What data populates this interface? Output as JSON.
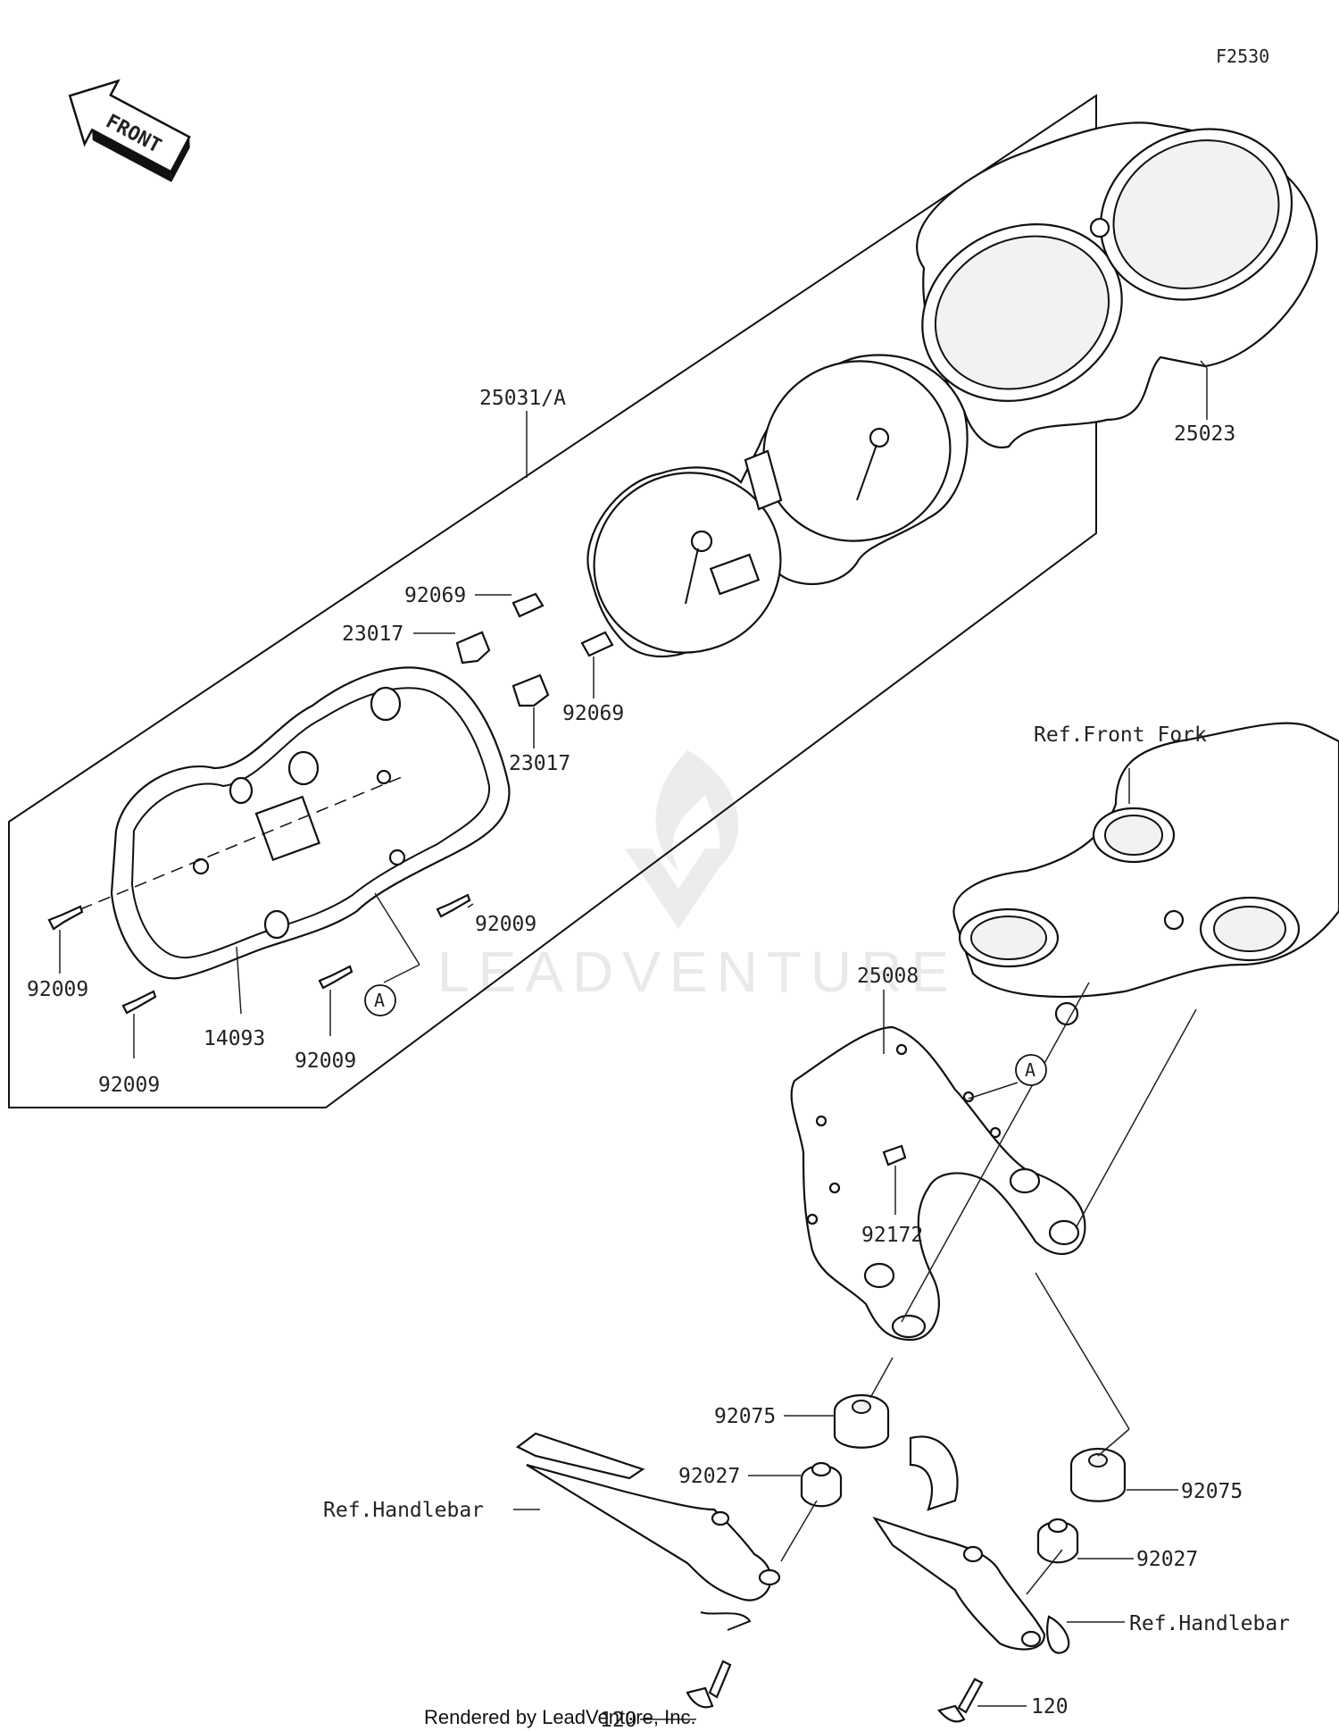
{
  "diagram": {
    "code": "F2530",
    "front_label": "FRONT",
    "watermark": "LEADVENTURE",
    "footer": "Rendered by LeadVenture, Inc.",
    "callout_marker": "A",
    "labels": {
      "meter_assy": "25031/A",
      "cover": "25023",
      "bulb_upper": "92069",
      "bulb_lower": "92069",
      "socket_upper": "23017",
      "socket_lower": "23017",
      "screw_case_right": "92009",
      "screw_left": "92009",
      "screw_bottom_left": "92009",
      "screw_bottom_mid": "92009",
      "case": "14093",
      "bracket": "25008",
      "bolt_bracket": "92172",
      "damper_left": "92075",
      "damper_right": "92075",
      "collar_left": "92027",
      "collar_right": "92027",
      "bolt_left": "120",
      "bolt_right": "120",
      "ref_front_fork": "Ref.Front Fork",
      "ref_handlebar_left": "Ref.Handlebar",
      "ref_handlebar_right": "Ref.Handlebar"
    }
  }
}
